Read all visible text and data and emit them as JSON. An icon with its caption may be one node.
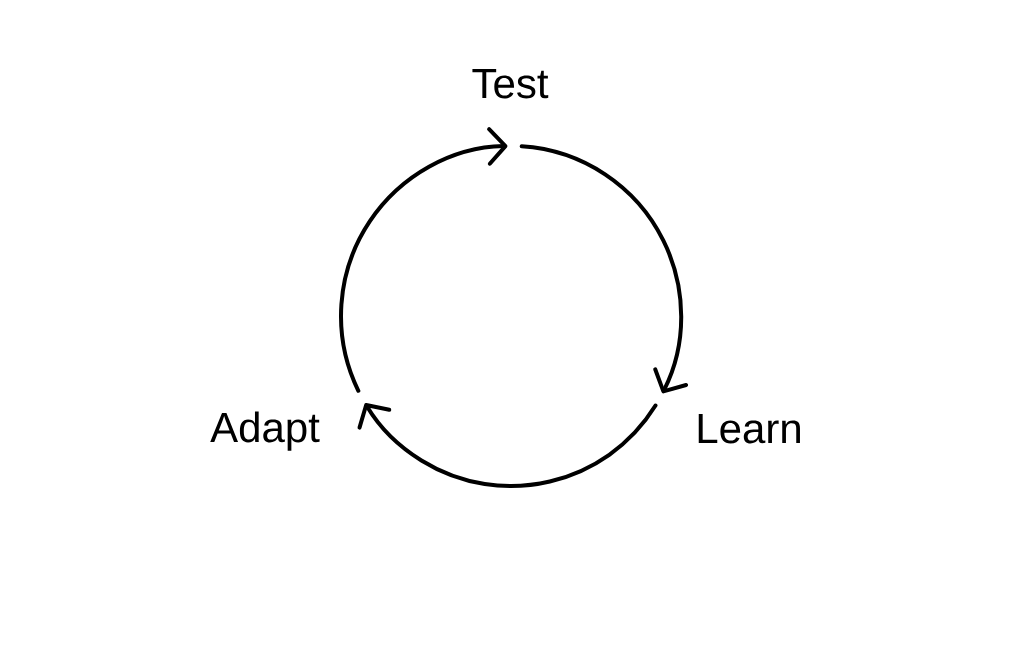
{
  "diagram": {
    "nodes": [
      {
        "text": [
          "Test"
        ]
      },
      {
        "text": [
          "Adapt"
        ]
      },
      {
        "text": [
          "Learn"
        ]
      }
    ],
    "edges": [
      {
        "from": 0,
        "to": 2,
        "arrow": "to"
      },
      {
        "from": 2,
        "to": 1,
        "arrow": "to"
      },
      {
        "from": 1,
        "to": 0,
        "arrow": "to"
      }
    ]
  }
}
